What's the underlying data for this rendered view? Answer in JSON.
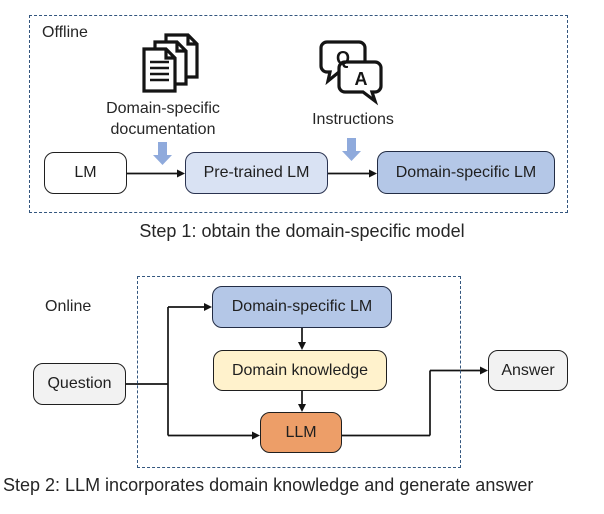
{
  "colors": {
    "dashed_border": "#33567e",
    "node_blue_light": "#D9E2F3",
    "node_blue": "#B4C7E7",
    "node_yellow": "#FFF2CC",
    "node_orange": "#ED9E68",
    "node_gray": "#F2F2F2",
    "down_arrow": "#8FAADC",
    "connector": "#141414"
  },
  "step1": {
    "mode_label": "Offline",
    "documents_label": "Domain-specific documentation",
    "instructions_label": "Instructions",
    "nodes": {
      "lm": "LM",
      "pretrained_lm": "Pre-trained LM",
      "domain_specific_lm": "Domain-specific LM"
    },
    "caption": "Step 1: obtain the domain-specific model"
  },
  "step2": {
    "mode_label": "Online",
    "nodes": {
      "question": "Question",
      "domain_specific_lm": "Domain-specific LM",
      "domain_knowledge": "Domain knowledge",
      "llm": "LLM",
      "answer": "Answer"
    },
    "caption": "Step 2: LLM incorporates domain knowledge and generate answer"
  },
  "qa_icon": {
    "q": "Q",
    "a": "A"
  }
}
